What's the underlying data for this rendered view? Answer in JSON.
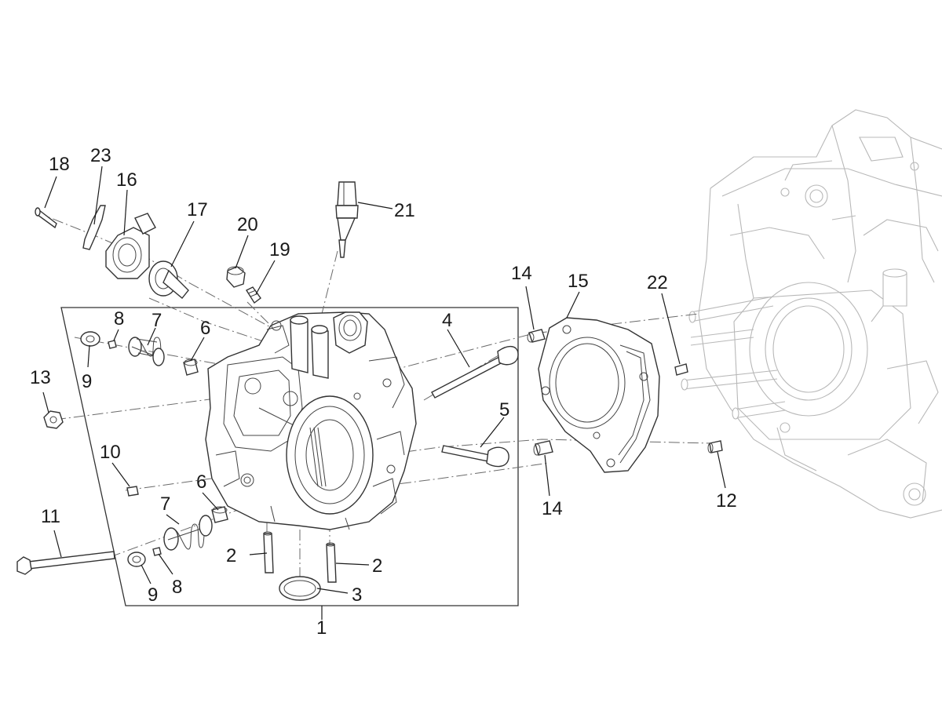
{
  "callouts": {
    "c1": "1",
    "c2a": "2",
    "c2b": "2",
    "c3": "3",
    "c4": "4",
    "c5": "5",
    "c6a": "6",
    "c6b": "6",
    "c7a": "7",
    "c7b": "7",
    "c8a": "8",
    "c8b": "8",
    "c9a": "9",
    "c9b": "9",
    "c10": "10",
    "c11": "11",
    "c12": "12",
    "c13": "13",
    "c14a": "14",
    "c14b": "14",
    "c15": "15",
    "c16": "16",
    "c17": "17",
    "c18": "18",
    "c19": "19",
    "c20": "20",
    "c21": "21",
    "c22": "22",
    "c23": "23"
  }
}
